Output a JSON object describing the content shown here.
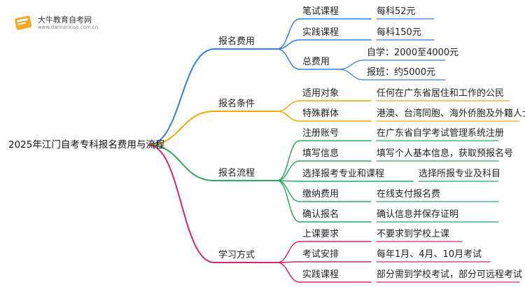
{
  "logo": {
    "name": "大牛教育自考网",
    "url": "www.daniuzixiao.com.cn",
    "icon": "book-logo-icon"
  },
  "root": "2025年江门自考专科报名费用与流程",
  "branches": [
    {
      "label": "报名费用",
      "color": "#2f80ed",
      "children": [
        {
          "label": "笔试课程",
          "detail": "每科52元"
        },
        {
          "label": "实践课程",
          "detail": "每科150元"
        },
        {
          "label": "总费用",
          "children": [
            "自学：2000至4000元",
            "报班：约5000元"
          ]
        }
      ]
    },
    {
      "label": "报名条件",
      "color": "#f2a900",
      "children": [
        {
          "label": "适用对象",
          "detail": "任何在广东省居住和工作的公民"
        },
        {
          "label": "特殊群体",
          "detail": "港澳、台湾同胞、海外侨胞及外籍人士"
        }
      ]
    },
    {
      "label": "报名流程",
      "color": "#27ae60",
      "children": [
        {
          "label": "注册账号",
          "detail": "在广东省自学考试管理系统注册"
        },
        {
          "label": "填写信息",
          "detail": "填写个人基本信息，获取预报名号"
        },
        {
          "label": "选择报考专业和课程",
          "detail": "选择所报专业及科目"
        },
        {
          "label": "缴纳费用",
          "detail": "在线支付报名费"
        },
        {
          "label": "确认报名",
          "detail": "确认信息并保存证明"
        }
      ]
    },
    {
      "label": "学习方式",
      "color": "#e0245e",
      "children": [
        {
          "label": "上课要求",
          "detail": "不要求到学校上课"
        },
        {
          "label": "考试安排",
          "detail": "每年1月、4月、10月考试"
        },
        {
          "label": "实践课程",
          "detail": "部分需到学校考试，部分可远程考试"
        }
      ]
    }
  ]
}
